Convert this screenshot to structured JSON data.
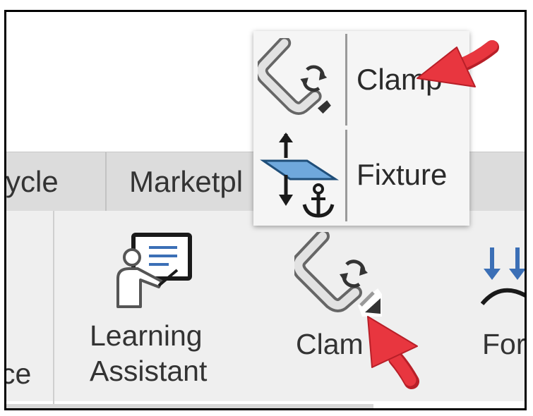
{
  "tabs": [
    {
      "label": "cycle"
    },
    {
      "label": "Marketpl"
    }
  ],
  "ribbon": {
    "partial_label": "ce",
    "learning_assistant": {
      "line1": "Learning",
      "line2": "Assistant",
      "icon": "presentation-board-icon"
    },
    "clamp": {
      "label": "Clam",
      "icon": "clamp-icon"
    },
    "force": {
      "label": "For",
      "icon": "force-arrows-icon"
    }
  },
  "popup": {
    "items": [
      {
        "label": "Clamp",
        "icon": "clamp-icon"
      },
      {
        "label": "Fixture",
        "icon": "fixture-anchor-icon"
      }
    ]
  },
  "annotations": {
    "arrow_color": "#e8363f"
  }
}
